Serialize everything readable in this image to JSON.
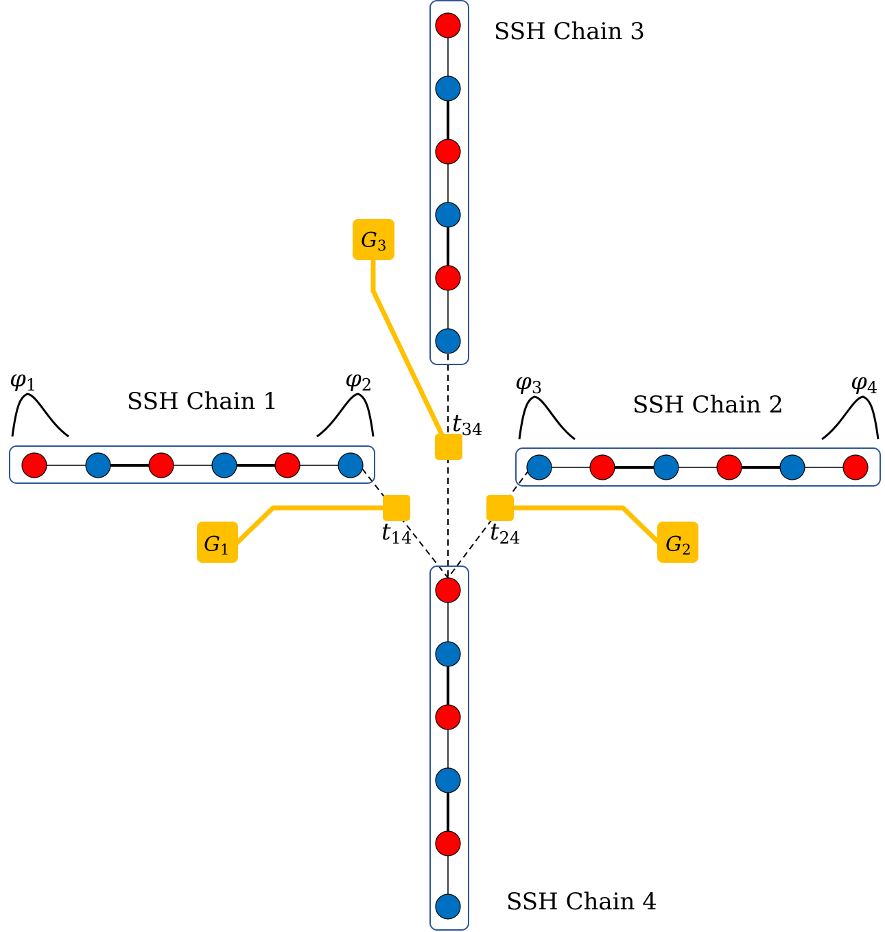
{
  "colors": {
    "site_a": "#ff0000",
    "site_b": "#0070c0",
    "box_border": "#2f5597",
    "gate": "#ffc000",
    "bond": "#000000"
  },
  "chains": [
    {
      "id": 1,
      "label": "SSH Chain 1",
      "orientation": "horizontal",
      "sites": [
        "red",
        "blue",
        "red",
        "blue",
        "red",
        "blue"
      ],
      "bonds": [
        "weak",
        "strong",
        "weak",
        "strong",
        "weak"
      ],
      "edge_states": [
        {
          "symbol": "φ",
          "index": "1"
        },
        {
          "symbol": "φ",
          "index": "2"
        }
      ]
    },
    {
      "id": 2,
      "label": "SSH Chain 2",
      "orientation": "horizontal",
      "sites": [
        "blue",
        "red",
        "blue",
        "red",
        "blue",
        "red"
      ],
      "bonds": [
        "weak",
        "strong",
        "weak",
        "strong",
        "weak"
      ],
      "edge_states": [
        {
          "symbol": "φ",
          "index": "3"
        },
        {
          "symbol": "φ",
          "index": "4"
        }
      ]
    },
    {
      "id": 3,
      "label": "SSH Chain 3",
      "orientation": "vertical",
      "sites": [
        "red",
        "blue",
        "red",
        "blue",
        "red",
        "blue"
      ],
      "bonds": [
        "weak",
        "strong",
        "weak",
        "strong",
        "weak"
      ]
    },
    {
      "id": 4,
      "label": "SSH Chain 4",
      "orientation": "vertical",
      "sites": [
        "red",
        "blue",
        "red",
        "blue",
        "red",
        "blue"
      ],
      "bonds": [
        "weak",
        "strong",
        "weak",
        "strong",
        "weak"
      ]
    }
  ],
  "couplings": [
    {
      "symbol": "t",
      "index": "14"
    },
    {
      "symbol": "t",
      "index": "24"
    },
    {
      "symbol": "t",
      "index": "34"
    }
  ],
  "gates": [
    {
      "symbol": "G",
      "index": "1"
    },
    {
      "symbol": "G",
      "index": "2"
    },
    {
      "symbol": "G",
      "index": "3"
    }
  ]
}
